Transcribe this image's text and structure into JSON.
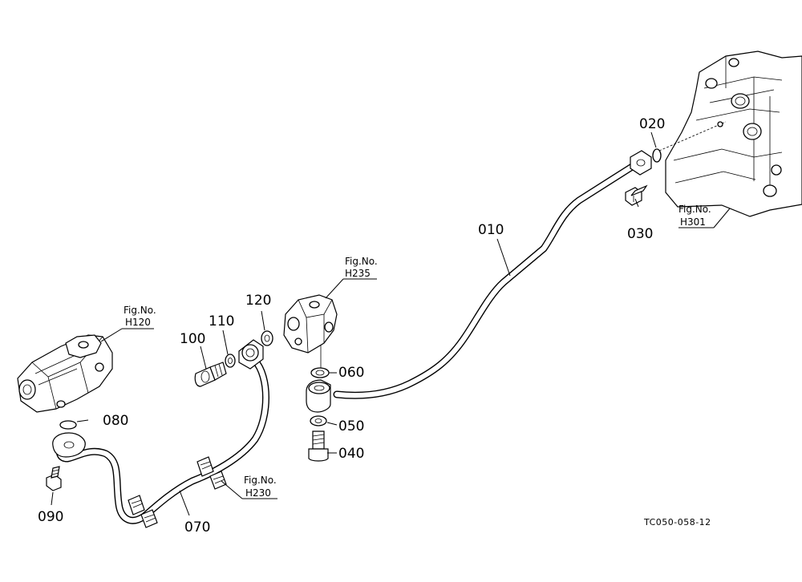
{
  "callouts": {
    "c010": "010",
    "c020": "020",
    "c030": "030",
    "c040": "040",
    "c050": "050",
    "c060": "060",
    "c070": "070",
    "c080": "080",
    "c090": "090",
    "c100": "100",
    "c110": "110",
    "c120": "120"
  },
  "fig_refs": {
    "h120": {
      "label": "Fig.No.",
      "number": "H120"
    },
    "h235": {
      "label": "Fig.No.",
      "number": "H235"
    },
    "h230": {
      "label": "Fig.No.",
      "number": "H230"
    },
    "h301": {
      "label": "Fig.No.",
      "number": "H301"
    }
  },
  "drawing_code": "TC050-058-12"
}
